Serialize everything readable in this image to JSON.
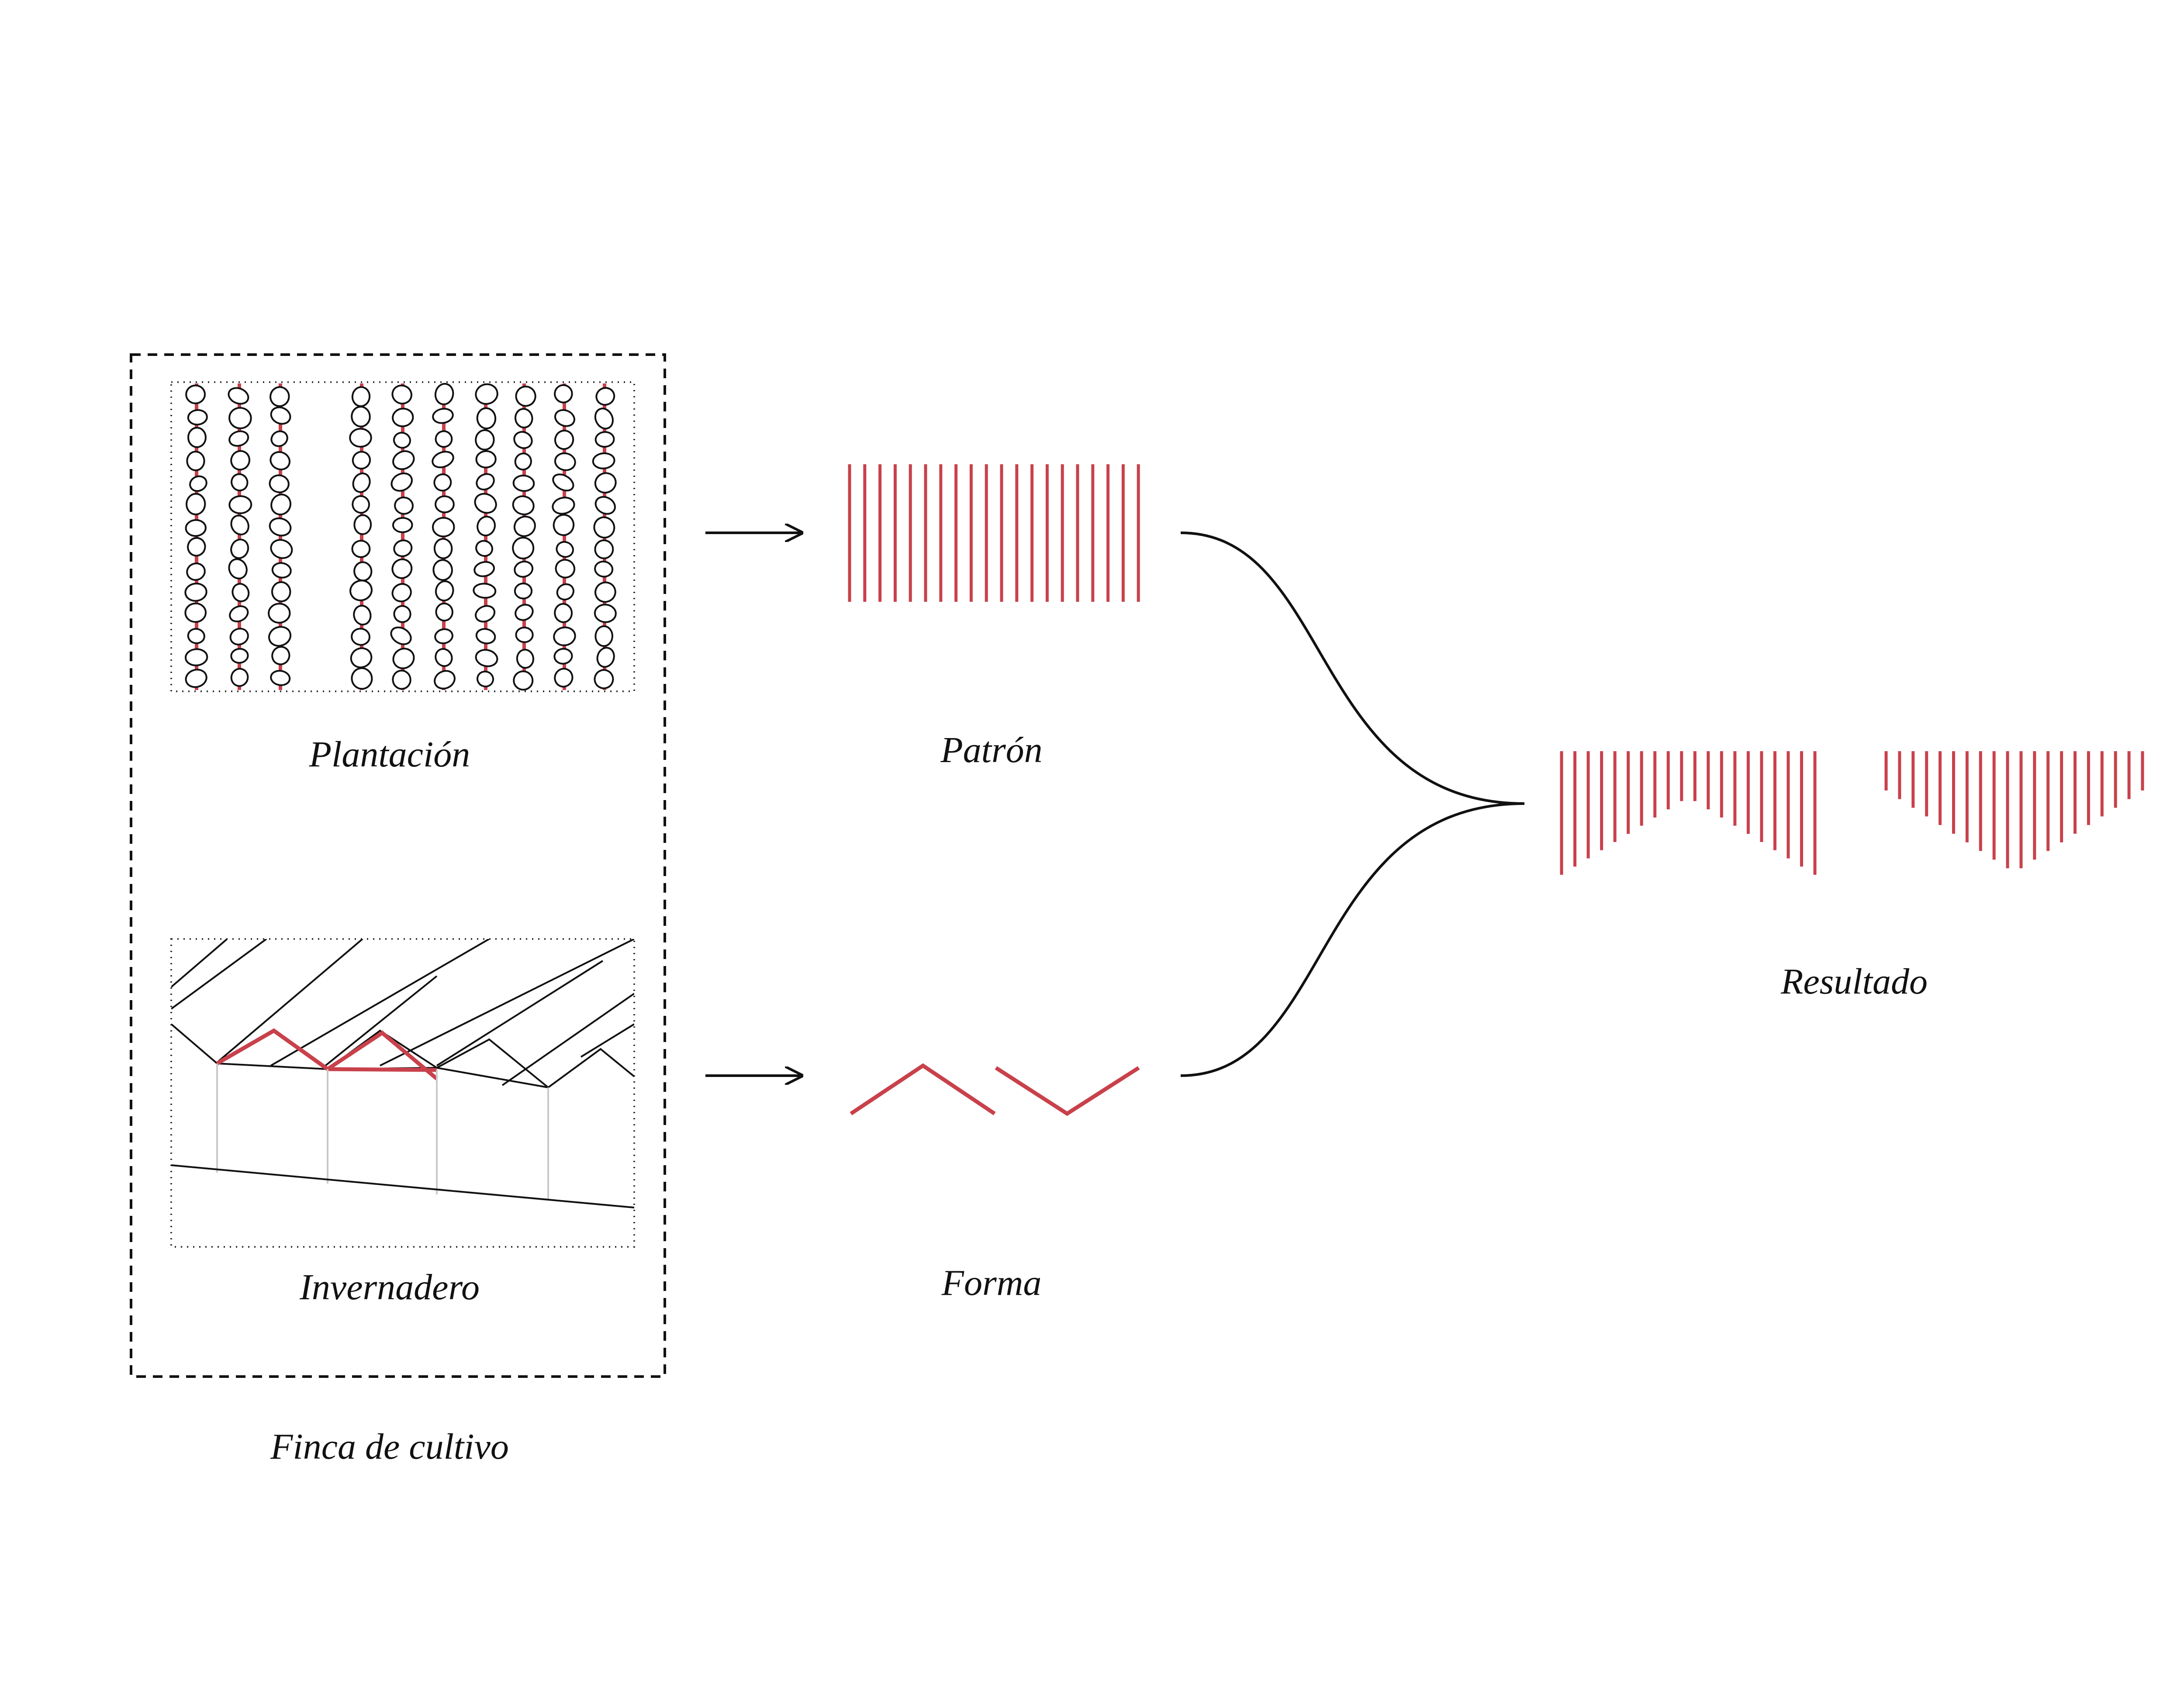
{
  "labels": {
    "plantacion": "Plantación",
    "invernadero": "Invernadero",
    "finca": "Finca de cultivo",
    "patron": "Patrón",
    "forma": "Forma",
    "resultado": "Resultado"
  },
  "colors": {
    "accent_red": "#c8414b",
    "ink": "#111111",
    "post_gray": "#c9c9c9"
  }
}
